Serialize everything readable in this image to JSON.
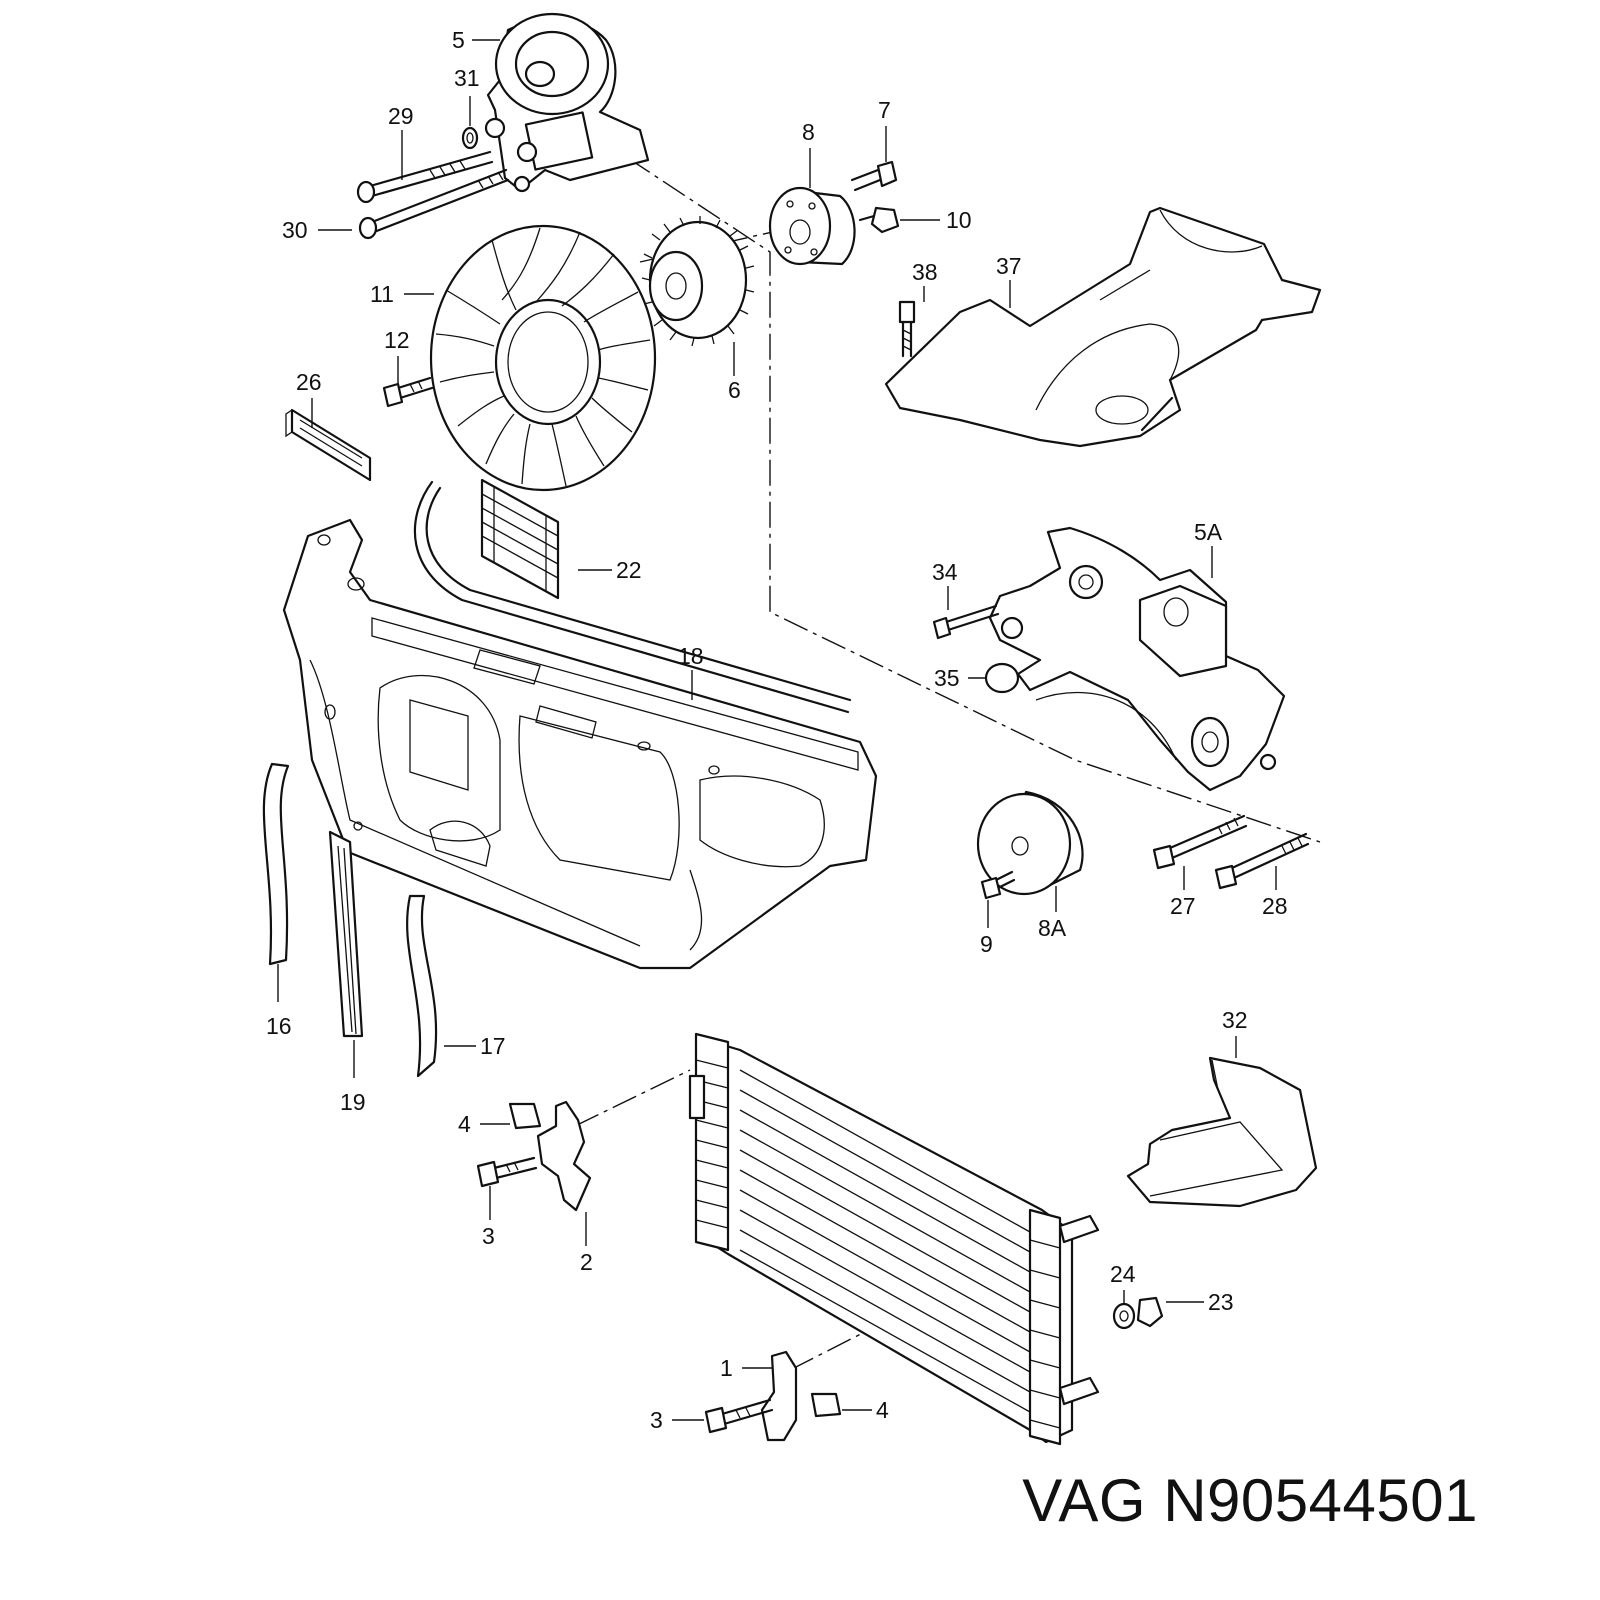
{
  "caption": "VAG N90544501",
  "callouts": [
    {
      "id": "c1",
      "text": "1"
    },
    {
      "id": "c2",
      "text": "2"
    },
    {
      "id": "c3a",
      "text": "3"
    },
    {
      "id": "c3b",
      "text": "3"
    },
    {
      "id": "c4a",
      "text": "4"
    },
    {
      "id": "c4b",
      "text": "4"
    },
    {
      "id": "c5",
      "text": "5"
    },
    {
      "id": "c5A",
      "text": "5A"
    },
    {
      "id": "c6",
      "text": "6"
    },
    {
      "id": "c7",
      "text": "7"
    },
    {
      "id": "c8",
      "text": "8"
    },
    {
      "id": "c8A",
      "text": "8A"
    },
    {
      "id": "c9",
      "text": "9"
    },
    {
      "id": "c10",
      "text": "10"
    },
    {
      "id": "c11",
      "text": "11"
    },
    {
      "id": "c12",
      "text": "12"
    },
    {
      "id": "c16",
      "text": "16"
    },
    {
      "id": "c17",
      "text": "17"
    },
    {
      "id": "c18",
      "text": "18"
    },
    {
      "id": "c19",
      "text": "19"
    },
    {
      "id": "c22",
      "text": "22"
    },
    {
      "id": "c23",
      "text": "23"
    },
    {
      "id": "c24",
      "text": "24"
    },
    {
      "id": "c26",
      "text": "26"
    },
    {
      "id": "c27",
      "text": "27"
    },
    {
      "id": "c28",
      "text": "28"
    },
    {
      "id": "c29",
      "text": "29"
    },
    {
      "id": "c30",
      "text": "30"
    },
    {
      "id": "c31",
      "text": "31"
    },
    {
      "id": "c32",
      "text": "32"
    },
    {
      "id": "c34",
      "text": "34"
    },
    {
      "id": "c35",
      "text": "35"
    },
    {
      "id": "c37",
      "text": "37"
    },
    {
      "id": "c38",
      "text": "38"
    }
  ]
}
